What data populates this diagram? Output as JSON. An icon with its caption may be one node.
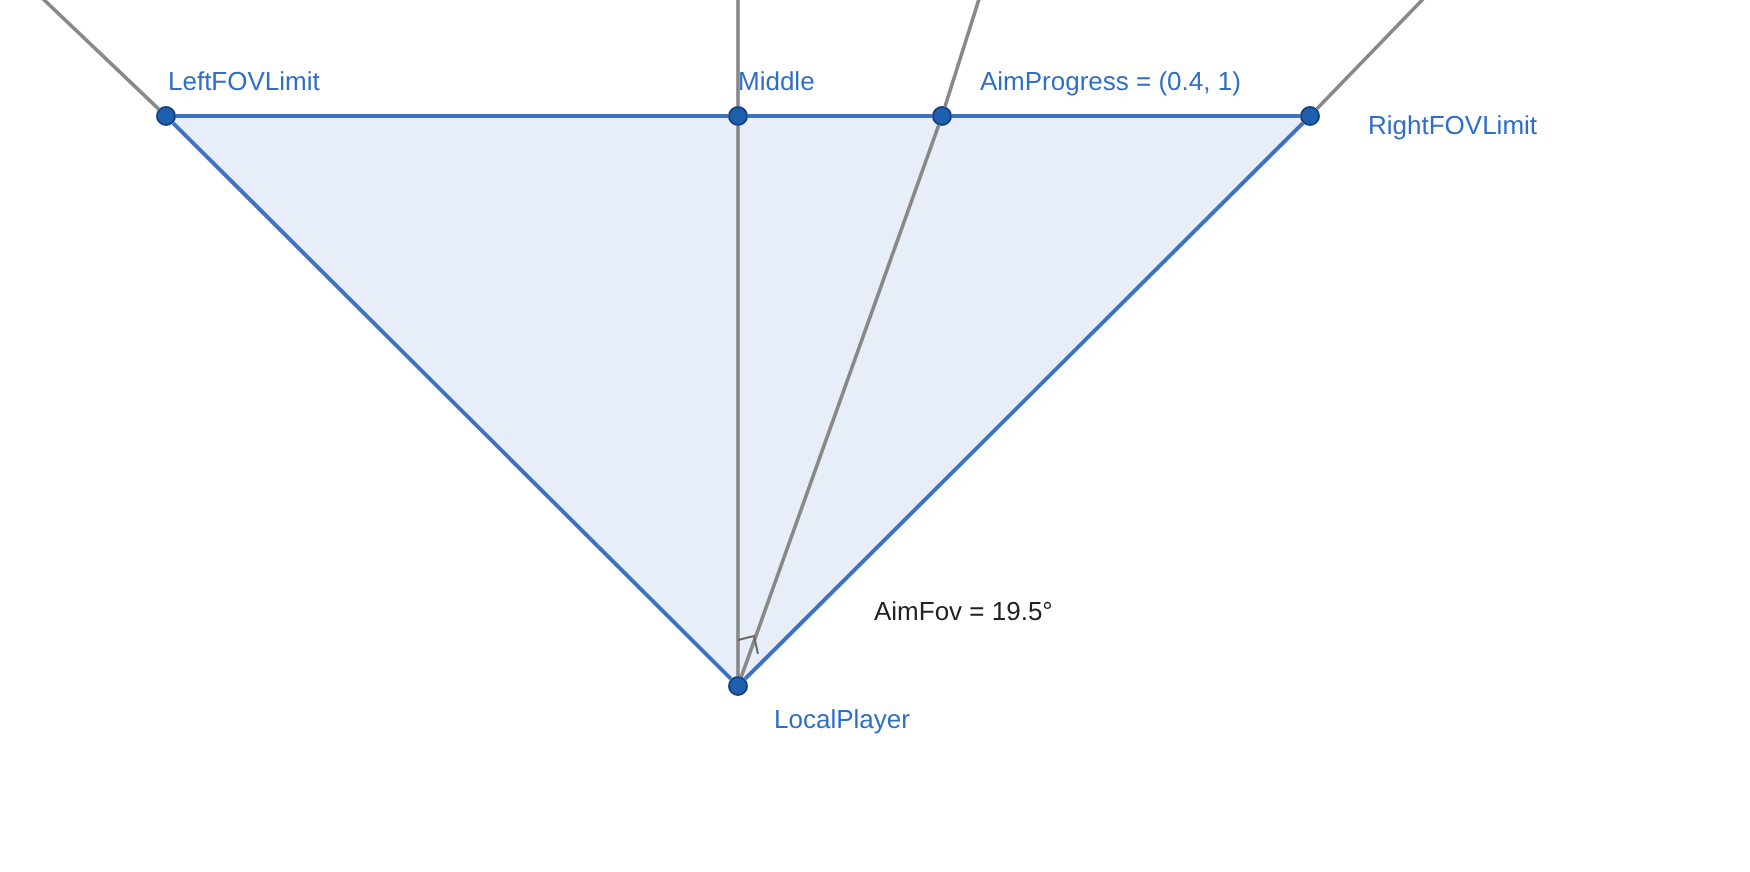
{
  "diagram": {
    "nodes": [
      {
        "text": [
          "LeftFOVLimit"
        ]
      },
      {
        "text": [
          "Middle"
        ]
      },
      {
        "text": [
          "AimProgress = (0.4, 1)"
        ]
      },
      {
        "text": [
          "RightFOVLimit"
        ]
      },
      {
        "text": [
          "LocalPlayer"
        ]
      }
    ],
    "edges": [
      {
        "from": 0,
        "to": 1,
        "arrow": "none",
        "color": "#3d72c0"
      },
      {
        "from": 1,
        "to": 2,
        "arrow": "none",
        "color": "#3d72c0"
      },
      {
        "from": 2,
        "to": 3,
        "arrow": "none",
        "color": "#3d72c0"
      },
      {
        "from": 3,
        "to": 4,
        "arrow": "none",
        "color": "#3d72c0"
      },
      {
        "from": 4,
        "to": 0,
        "arrow": "none",
        "color": "#3d72c0"
      },
      {
        "from": 4,
        "to": 1,
        "arrow": "none"
      },
      {
        "from": 1,
        "to": null,
        "arrow": "none"
      },
      {
        "from": 4,
        "to": 2,
        "arrow": "none"
      },
      {
        "from": 2,
        "to": null,
        "arrow": "none"
      },
      {
        "from": 3,
        "to": null,
        "arrow": "none"
      },
      {
        "from": 0,
        "to": null,
        "arrow": "none"
      }
    ],
    "labels": [
      "AimFov = 19.5°"
    ]
  }
}
